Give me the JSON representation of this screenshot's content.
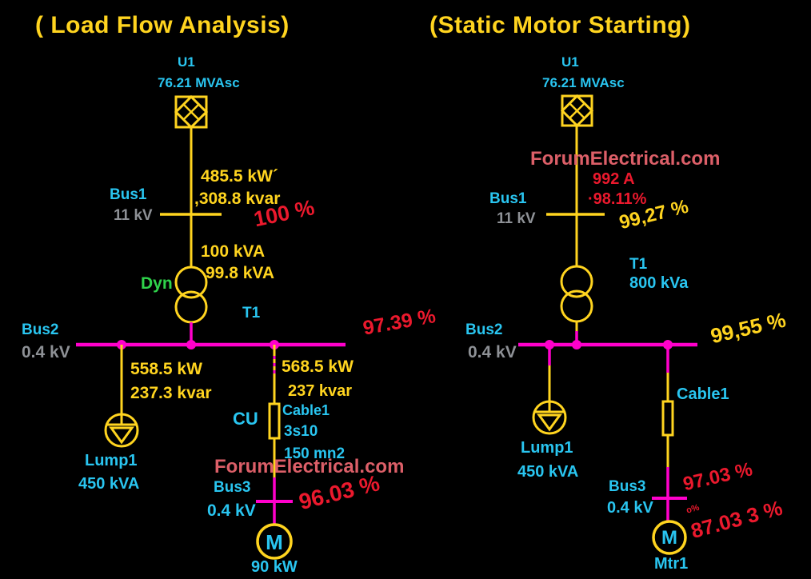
{
  "colors": {
    "background": "#000000",
    "yellow": "#FFD41F",
    "cyan": "#29C5F0",
    "magenta": "#FF00CB",
    "red": "#EB192D",
    "salmon": "#DC5F68",
    "green": "#2FD34B",
    "gray": "#8E9196"
  },
  "left": {
    "title": "( Load Flow Analysis)",
    "watermark": "ForumElectrical.com",
    "utility": {
      "name": "U1",
      "rating": "76.21 MVAsc"
    },
    "bus1": {
      "name": "Bus1",
      "voltage": "11 kV",
      "flow_kw": "485.5 kW´",
      "flow_kvar": ",308.8 kvar",
      "loading_pct": "100 %"
    },
    "transformer": {
      "name": "T1",
      "vector_group": "Dyn",
      "rating": "100 kVA",
      "flow": "99.8 kVA"
    },
    "bus2": {
      "name": "Bus2",
      "voltage": "0.4 kV",
      "loading_pct": "97.39 %"
    },
    "lump_feeder": {
      "flow_kw": "558.5 kW",
      "flow_kvar": "237.3 kvar"
    },
    "lump": {
      "name": "Lump1",
      "rating": "450 kVA"
    },
    "cable_feeder": {
      "flow_kw": "568.5 kW",
      "flow_kvar": "237 kvar"
    },
    "cable": {
      "name": "Cable1",
      "material": "CU",
      "size": "3s10",
      "area": "150 mn2"
    },
    "bus3": {
      "name": "Bus3",
      "voltage": "0.4 kV",
      "loading_pct": "96.03 %"
    },
    "motor": {
      "label": "M",
      "rating": "90 kW"
    }
  },
  "right": {
    "title": "(Static Motor Starting)",
    "watermark": "ForumElectrical.com",
    "utility": {
      "name": "U1",
      "rating": "76.21 MVAsc"
    },
    "bus1": {
      "name": "Bus1",
      "voltage": "11 kV",
      "current": "992 A",
      "voltage_pct": "·98.11%",
      "loading_pct": "99,27 %"
    },
    "transformer": {
      "name": "T1",
      "rating": "800 kVa"
    },
    "bus2": {
      "name": "Bus2",
      "voltage": "0.4 kV",
      "loading_pct": "99,55 %"
    },
    "lump": {
      "name": "Lump1",
      "rating": "450 kVA"
    },
    "cable": {
      "name": "Cable1"
    },
    "bus3": {
      "name": "Bus3",
      "voltage": "0.4 kV",
      "loading_pct": "97.03 %"
    },
    "motor": {
      "label": "M",
      "name": "Mtr1",
      "starting_pct": "87.03 3 %",
      "tiny_note": "o%"
    }
  }
}
